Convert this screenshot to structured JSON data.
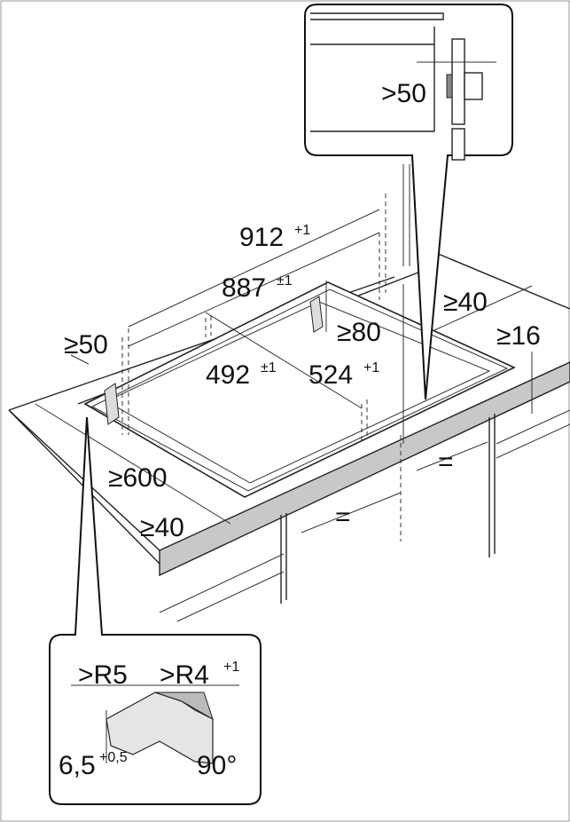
{
  "dimensions": {
    "width_outer": "912",
    "width_outer_tol": "+1",
    "width_inner": "887",
    "width_inner_tol": "±1",
    "depth_inner": "492",
    "depth_inner_tol": "±1",
    "depth_outer": "524",
    "depth_outer_tol": "+1",
    "wall_gap_top": ">50",
    "front_gap_left": "≥50",
    "rear_clearance": "≥80",
    "side_clearance_right": "≥40",
    "worktop_thickness": "≥16",
    "cabinet_width": "≥600",
    "front_clearance": "≥40",
    "equal_left": "=",
    "equal_right": "="
  },
  "detail_corner": {
    "radius_outer": ">R5",
    "radius_inner": ">R4",
    "radius_inner_tol": "+1",
    "depth": "6,5",
    "depth_tol": "+0,5",
    "angle": "90°"
  }
}
